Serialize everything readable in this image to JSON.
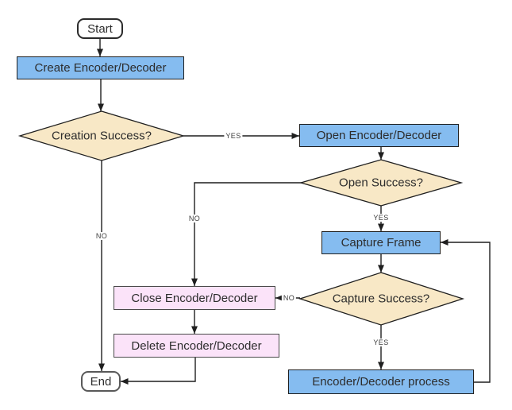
{
  "diagram": {
    "type": "flowchart",
    "nodes": {
      "start": "Start",
      "create": "Create Encoder/Decoder",
      "creation_success": "Creation Success?",
      "open": "Open Encoder/Decoder",
      "open_success": "Open Success?",
      "capture_frame": "Capture Frame",
      "capture_success": "Capture Success?",
      "encoder_process": "Encoder/Decoder process",
      "close": "Close Encoder/Decoder",
      "delete": "Delete Encoder/Decoder",
      "end": "End"
    },
    "edge_labels": {
      "creation_yes": "YES",
      "creation_no": "NO",
      "open_yes": "YES",
      "open_no": "NO",
      "capture_yes": "YES",
      "capture_no": "NO"
    },
    "colors": {
      "process_fill": "#85BCF0",
      "decision_fill": "#F8E8C6",
      "io_fill": "#FBE3F9",
      "terminal_fill": "#FFFFFF",
      "stroke": "#1F1F1F"
    }
  }
}
